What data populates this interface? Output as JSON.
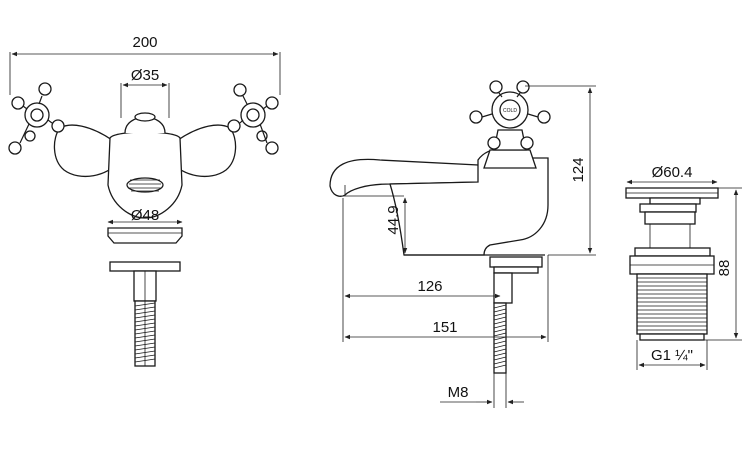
{
  "dimensions": {
    "overall_width": "200",
    "body_diameter": "Ø35",
    "base_diameter": "Ø48",
    "spout_height": "44.9",
    "total_height": "124",
    "spout_reach": "126",
    "overall_length": "151",
    "thread_shank": "M8",
    "waste_diameter": "Ø60.4",
    "waste_height": "88",
    "waste_thread": "G1 ¼\""
  },
  "handle_label": "COLD"
}
